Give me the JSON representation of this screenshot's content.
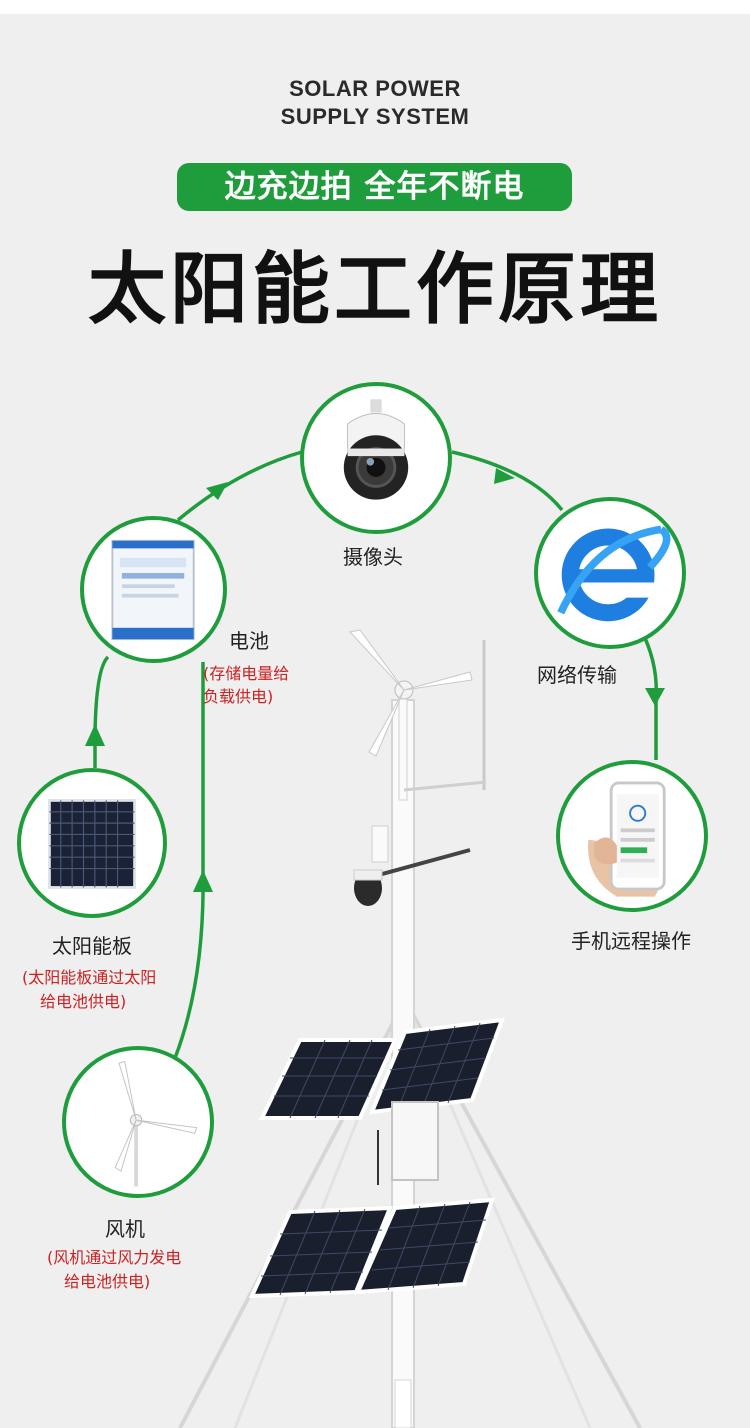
{
  "header": {
    "en_line1": "SOLAR POWER",
    "en_line2": "SUPPLY SYSTEM",
    "tagline": "边充边拍 全年不断电",
    "title": "太阳能工作原理"
  },
  "nodes": {
    "camera": {
      "label": "摄像头",
      "icon": "ptz-camera-icon"
    },
    "network": {
      "label": "网络传输",
      "icon": "internet-explorer-icon"
    },
    "phone": {
      "label": "手机远程操作",
      "icon": "smartphone-icon"
    },
    "battery": {
      "label": "电池",
      "note_line1": "(存储电量给",
      "note_line2": "负载供电)",
      "icon": "battery-box-icon"
    },
    "solar_panel": {
      "label": "太阳能板",
      "note_line1": "(太阳能板通过太阳",
      "note_line2": "给电池供电)",
      "icon": "solar-panel-icon"
    },
    "wind_turbine": {
      "label": "风机",
      "note_line1": "(风机通过风力发电",
      "note_line2": "给电池供电)",
      "icon": "wind-turbine-icon"
    }
  },
  "colors": {
    "accent_green": "#1f9d3c",
    "note_red": "#cc2222",
    "background": "#efefef"
  }
}
